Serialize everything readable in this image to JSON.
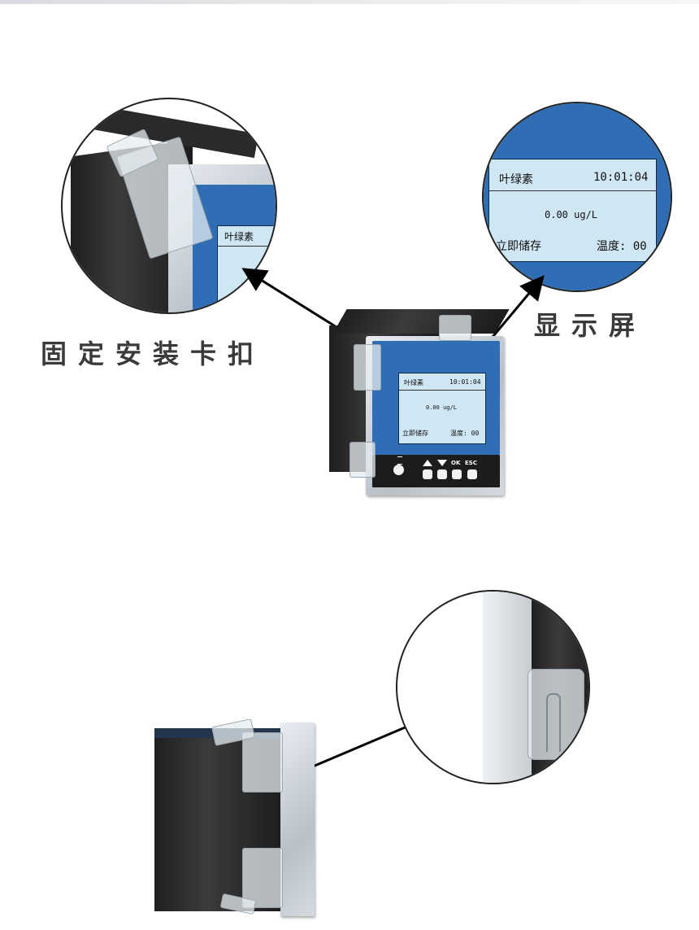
{
  "labels": {
    "mounting_clip": "固定安装卡扣",
    "display": "显示屏"
  },
  "screen": {
    "parameter": "叶绿素",
    "time": "10:01:04",
    "reading": "0.00 ug/L",
    "action": "立即储存",
    "temperature": "温度: 00"
  },
  "keypad": {
    "ok": "OK",
    "esc": "ESC"
  },
  "colors": {
    "face_blue": "#2f6db5",
    "lcd_bg": "#cfe6f3",
    "housing": "#2b2b2b",
    "bezel": "#c9ced4",
    "label_text": "#3a3a3a"
  }
}
